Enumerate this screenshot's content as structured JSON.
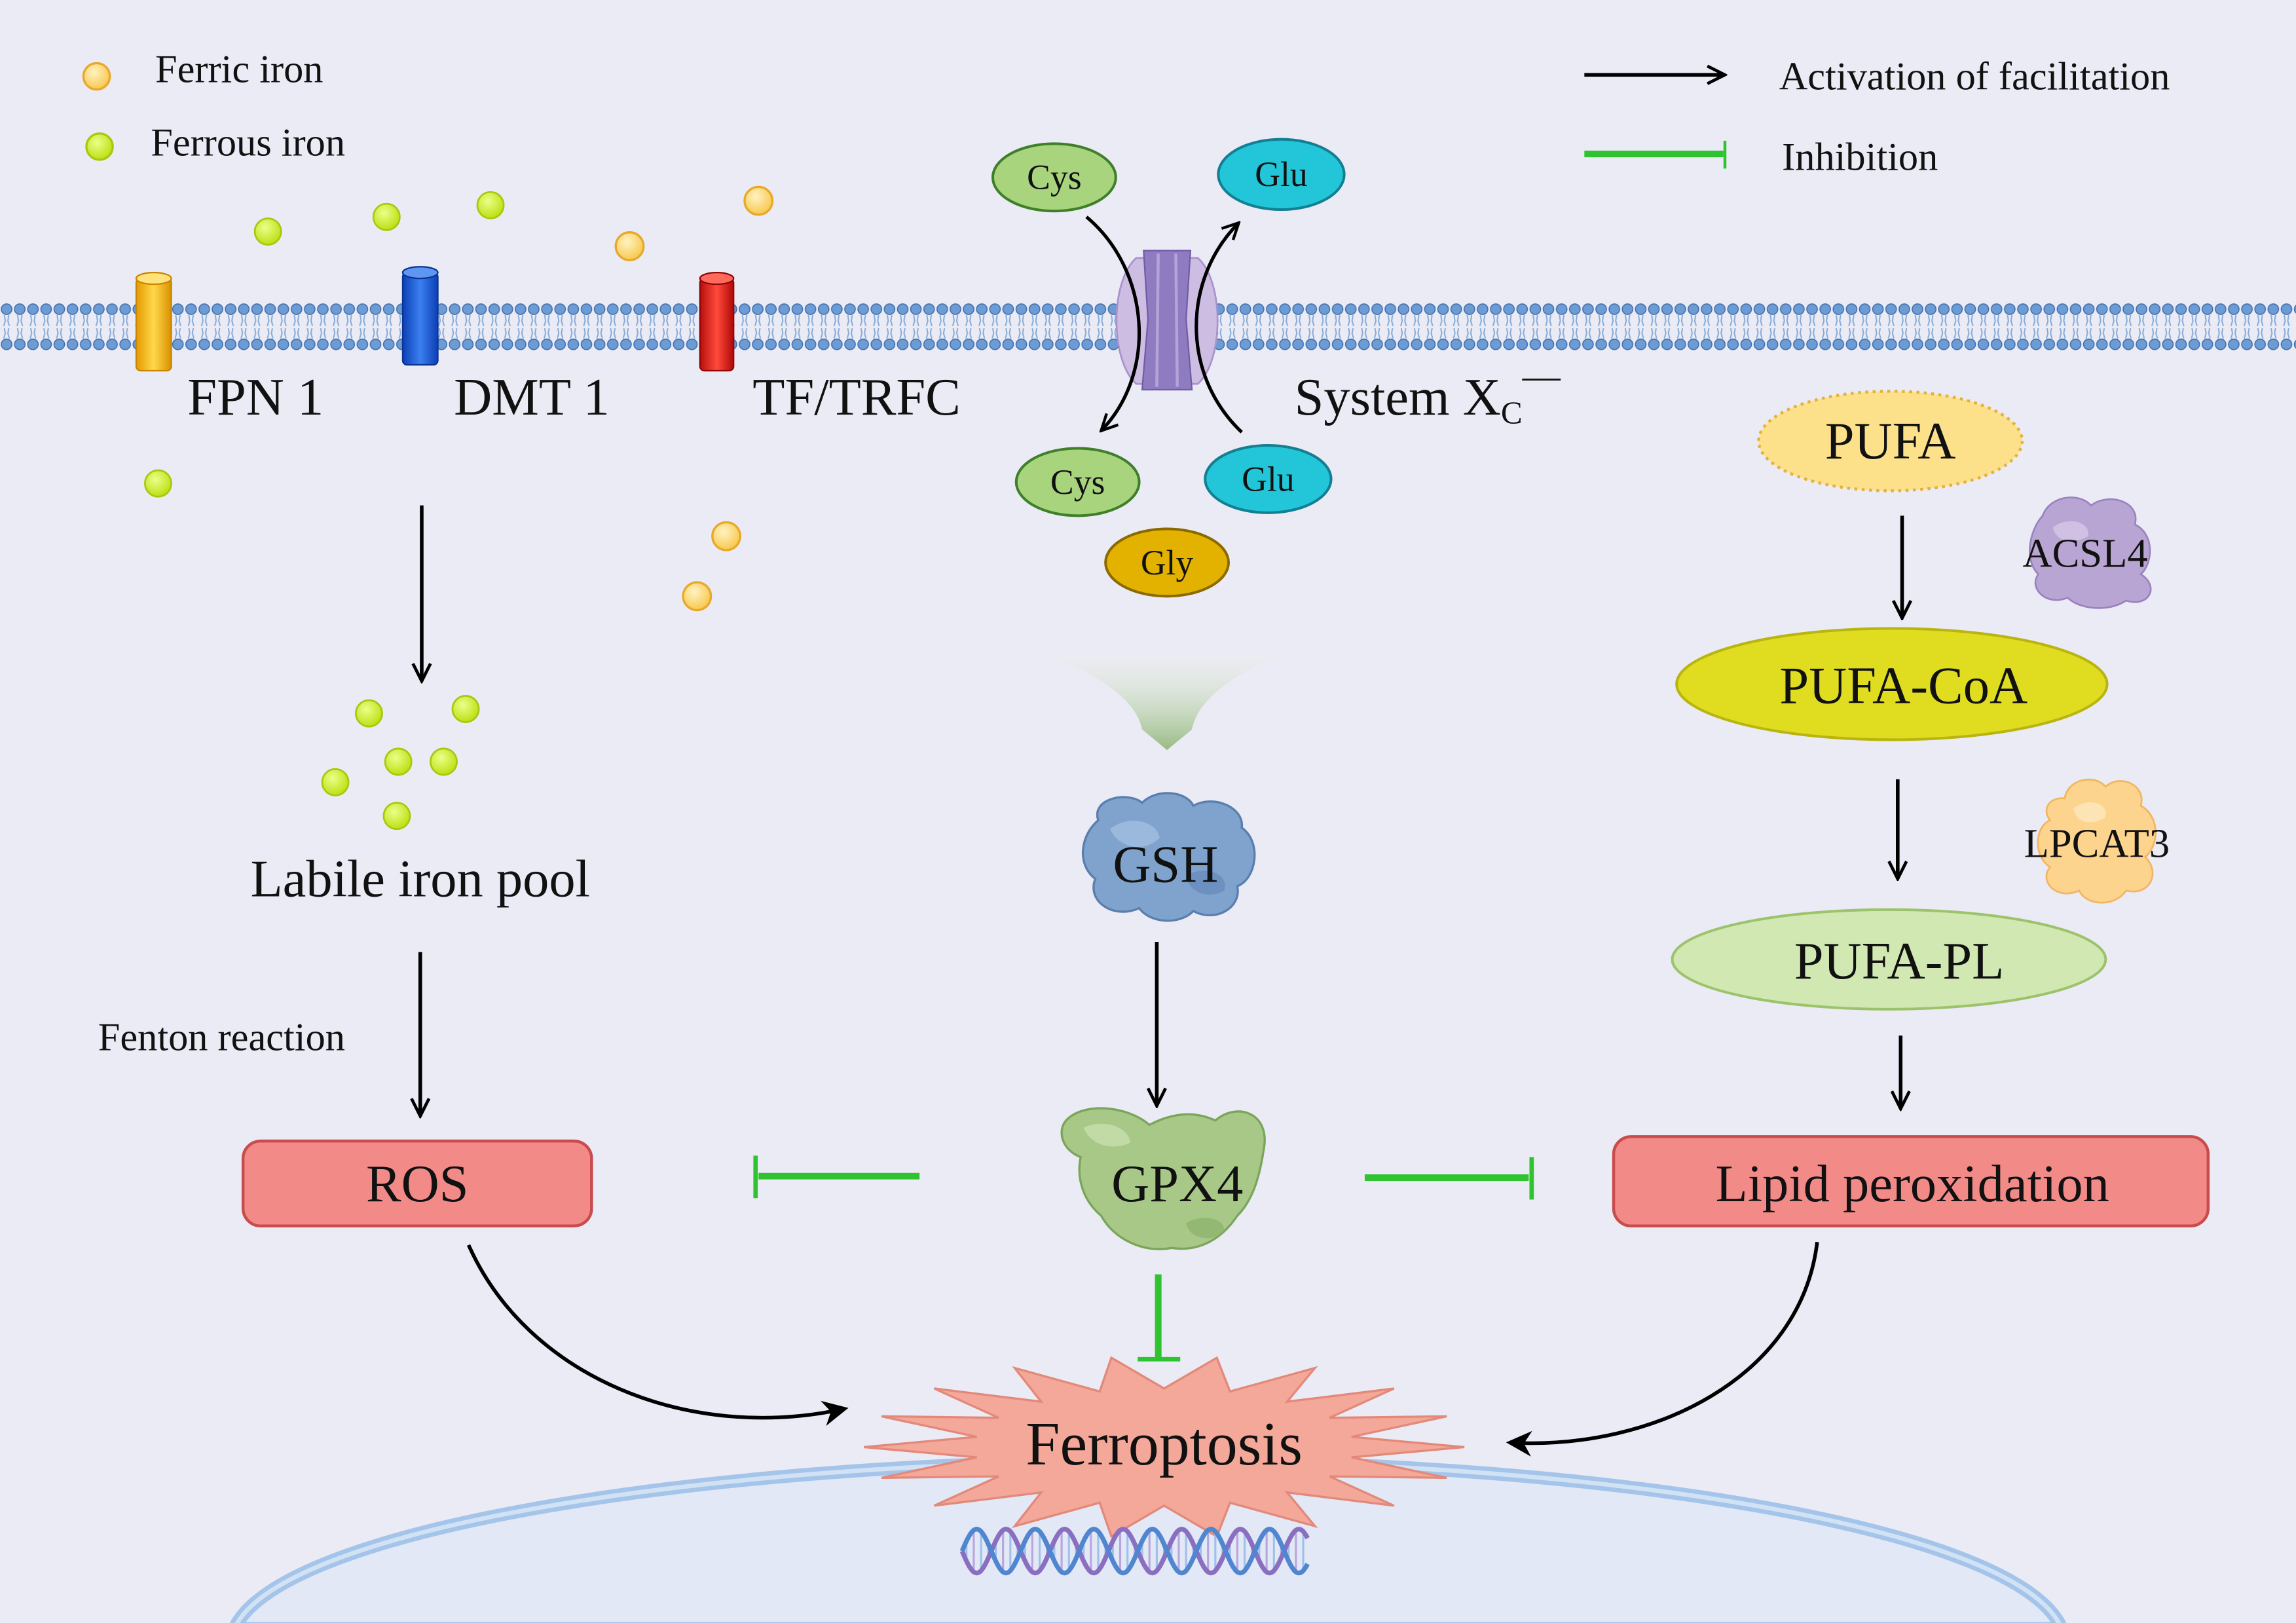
{
  "legend": {
    "ferric_iron": "Ferric iron",
    "ferrous_iron": "Ferrous iron",
    "activation": "Activation of facilitation",
    "inhibition": "Inhibition"
  },
  "transporters": {
    "fpn1": "FPN 1",
    "dmt1": "DMT 1",
    "tf_trfc": "TF/TRFC",
    "system_xc": {
      "main": "System X",
      "sub": "C",
      "sup": "—"
    }
  },
  "amino_acids": {
    "cys_out": "Cys",
    "glu_out": "Glu",
    "cys_in": "Cys",
    "glu_in": "Glu",
    "gly": "Gly"
  },
  "pathway": {
    "labile_iron_pool": "Labile iron pool",
    "fenton_reaction": "Fenton reaction",
    "ros": "ROS",
    "gsh": "GSH",
    "gpx4": "GPX4",
    "pufa": "PUFA",
    "acsl4": "ACSL4",
    "pufa_coa": "PUFA-CoA",
    "lpcat3": "LPCAT3",
    "pufa_pl": "PUFA-PL",
    "lipid_peroxidation": "Lipid peroxidation",
    "ferroptosis": "Ferroptosis"
  },
  "colors": {
    "background": "#ebebf5",
    "ferric_iron": "#f9d36a",
    "ferrous_iron": "#c8ec1a",
    "activation_arrow": "#000000",
    "inhibition_line": "#2fc42f",
    "fpn1": "#f5b800",
    "dmt1": "#1a56d6",
    "tf_trfc": "#e02020",
    "system_xc": "#8f7cc0",
    "cys": "#a9d47e",
    "glu": "#23c6d8",
    "gly": "#e3b100",
    "gsh": "#7fa3cc",
    "gpx4": "#a8c888",
    "acsl4": "#b9a5d3",
    "lpcat3": "#fcd48e",
    "pufa": "#fde08a",
    "pufa_coa": "#e0dc20",
    "pufa_pl": "#d2e8b3",
    "red_box": "#f28b88",
    "ferroptosis": "#f4a899",
    "membrane": "#6d9bd3"
  }
}
